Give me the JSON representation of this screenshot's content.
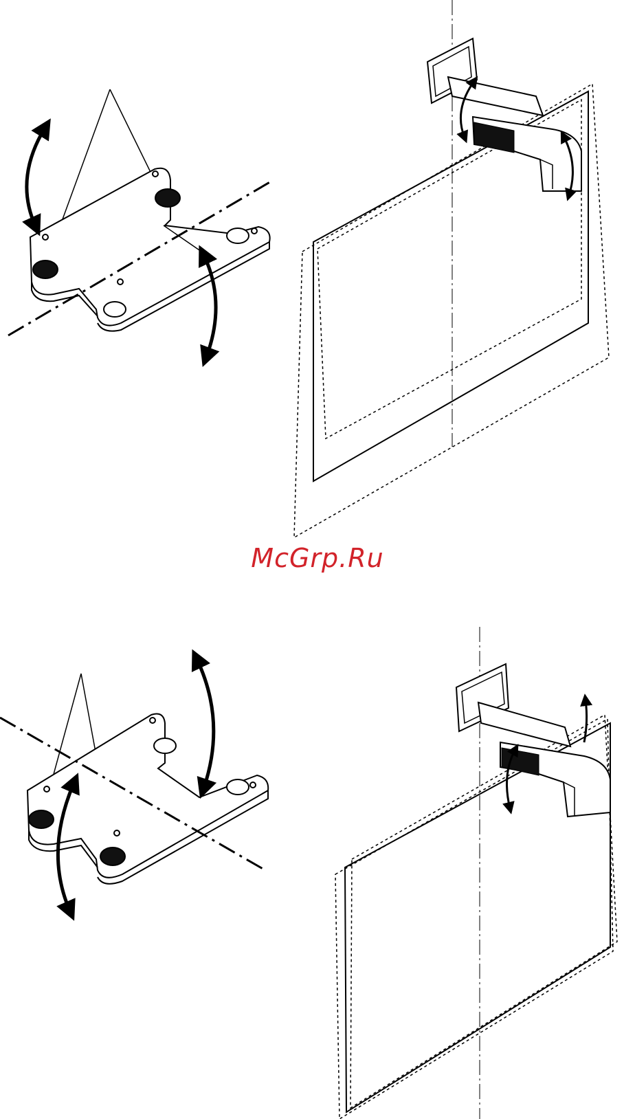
{
  "watermark": {
    "text": "McGrp.Ru",
    "color": "#d2232a"
  },
  "colors": {
    "ink": "#000000",
    "paper": "#ffffff"
  },
  "figures": [
    {
      "name": "top-left-bracket",
      "icons": [
        "adjust-rotation-arrow-icon",
        "adjust-tilt-arrow-icon"
      ]
    },
    {
      "name": "top-right-projector-screen",
      "icons": [
        "tilt-arrow-icon",
        "swivel-arrow-icon"
      ]
    },
    {
      "name": "bottom-left-bracket",
      "icons": [
        "adjust-rotation-arrow-icon",
        "adjust-tilt-arrow-icon"
      ]
    },
    {
      "name": "bottom-right-projector-screen",
      "icons": [
        "tilt-arrow-icon",
        "swivel-arrow-icon"
      ]
    }
  ]
}
